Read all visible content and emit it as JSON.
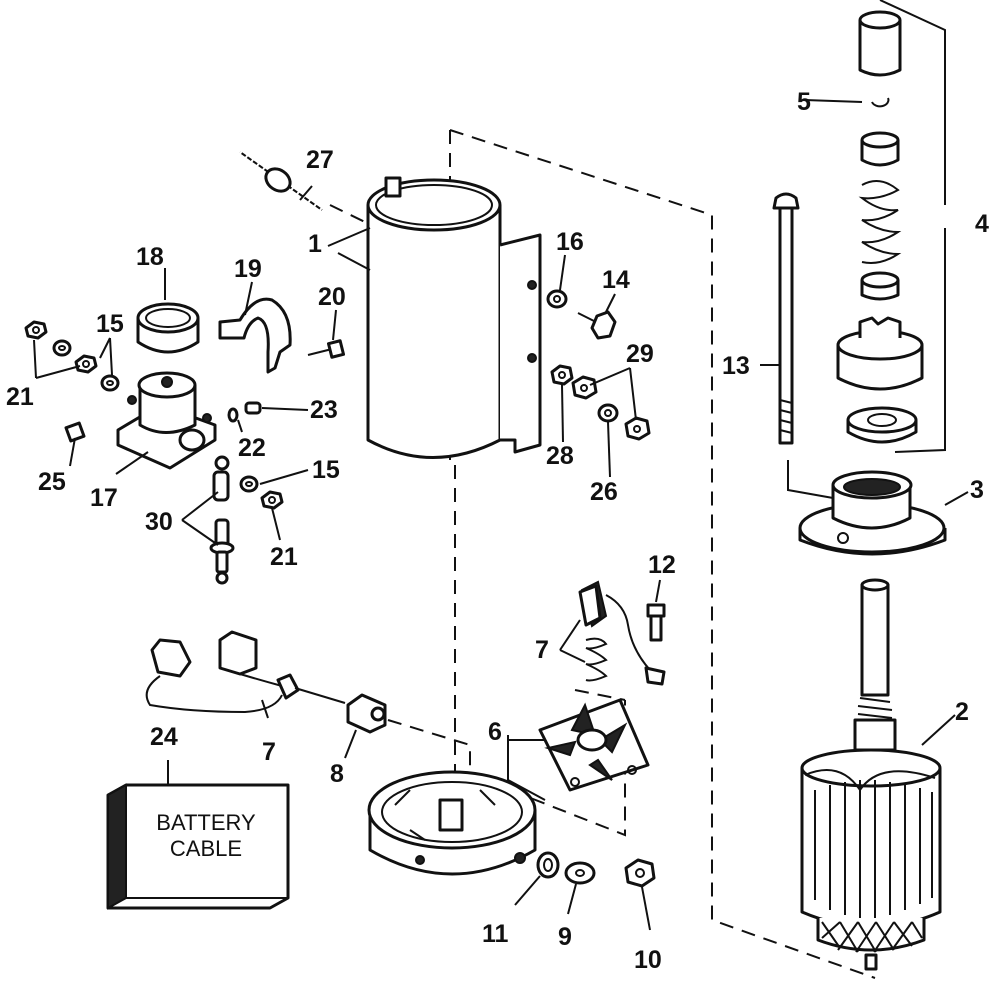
{
  "callouts": [
    {
      "id": "c1",
      "text": "1"
    },
    {
      "id": "c2",
      "text": "2"
    },
    {
      "id": "c3",
      "text": "3"
    },
    {
      "id": "c4",
      "text": "4"
    },
    {
      "id": "c5",
      "text": "5"
    },
    {
      "id": "c6",
      "text": "6"
    },
    {
      "id": "c7a",
      "text": "7"
    },
    {
      "id": "c7b",
      "text": "7"
    },
    {
      "id": "c8",
      "text": "8"
    },
    {
      "id": "c9",
      "text": "9"
    },
    {
      "id": "c10",
      "text": "10"
    },
    {
      "id": "c11",
      "text": "11"
    },
    {
      "id": "c12",
      "text": "12"
    },
    {
      "id": "c13",
      "text": "13"
    },
    {
      "id": "c14",
      "text": "14"
    },
    {
      "id": "c15a",
      "text": "15"
    },
    {
      "id": "c15b",
      "text": "15"
    },
    {
      "id": "c16",
      "text": "16"
    },
    {
      "id": "c17",
      "text": "17"
    },
    {
      "id": "c18",
      "text": "18"
    },
    {
      "id": "c19",
      "text": "19"
    },
    {
      "id": "c20",
      "text": "20"
    },
    {
      "id": "c21a",
      "text": "21"
    },
    {
      "id": "c21b",
      "text": "21"
    },
    {
      "id": "c22",
      "text": "22"
    },
    {
      "id": "c23",
      "text": "23"
    },
    {
      "id": "c24",
      "text": "24"
    },
    {
      "id": "c25",
      "text": "25"
    },
    {
      "id": "c26",
      "text": "26"
    },
    {
      "id": "c27",
      "text": "27"
    },
    {
      "id": "c28",
      "text": "28"
    },
    {
      "id": "c29",
      "text": "29"
    },
    {
      "id": "c30",
      "text": "30"
    }
  ],
  "battery_label": {
    "line1": "BATTERY",
    "line2": "CABLE"
  }
}
